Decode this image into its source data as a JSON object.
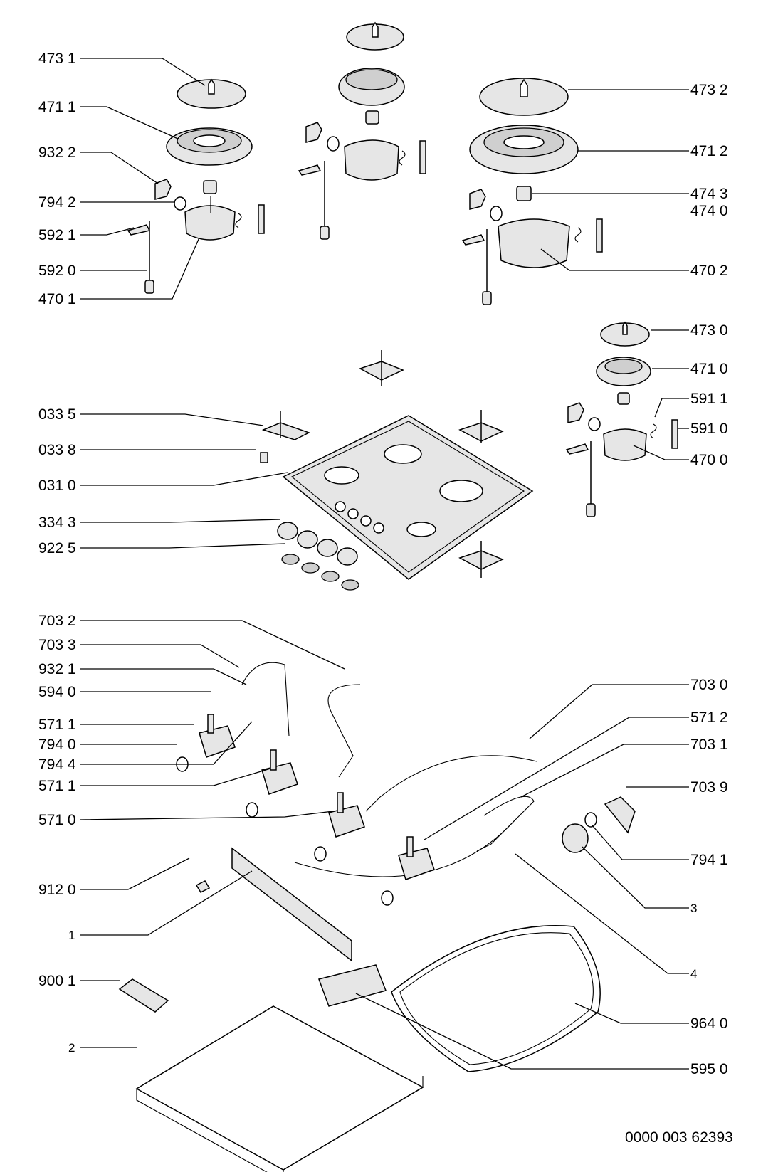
{
  "labels": {
    "l4731": "473 1",
    "l4711": "471 1",
    "l9322": "932 2",
    "l7942": "794 2",
    "l5921": "592 1",
    "l5920": "592 0",
    "l4701": "470 1",
    "l4732": "473 2",
    "l4712": "471 2",
    "l4743": "474 3",
    "l4740": "474 0",
    "l4702": "470 2",
    "l4730": "473 0",
    "l4710": "471 0",
    "l5911": "591 1",
    "l5910": "591 0",
    "l4700": "470 0",
    "l0335": "033 5",
    "l0338": "033 8",
    "l0310": "031 0",
    "l3343": "334 3",
    "l9225": "922 5",
    "l7032": "703 2",
    "l7033": "703 3",
    "l9321": "932 1",
    "l5940": "594 0",
    "l5711a": "571 1",
    "l7940": "794 0",
    "l7944": "794 4",
    "l5711b": "571 1",
    "l5710": "571 0",
    "l7030": "703 0",
    "l5712": "571 2",
    "l7031": "703 1",
    "l7039": "703 9",
    "l7941": "794 1",
    "l3": "3",
    "l4": "4",
    "l9120": "912 0",
    "l1": "1",
    "l9001": "900 1",
    "l2": "2",
    "l9640": "964 0",
    "l5950": "595 0"
  },
  "document_number": "0000 003 62393"
}
